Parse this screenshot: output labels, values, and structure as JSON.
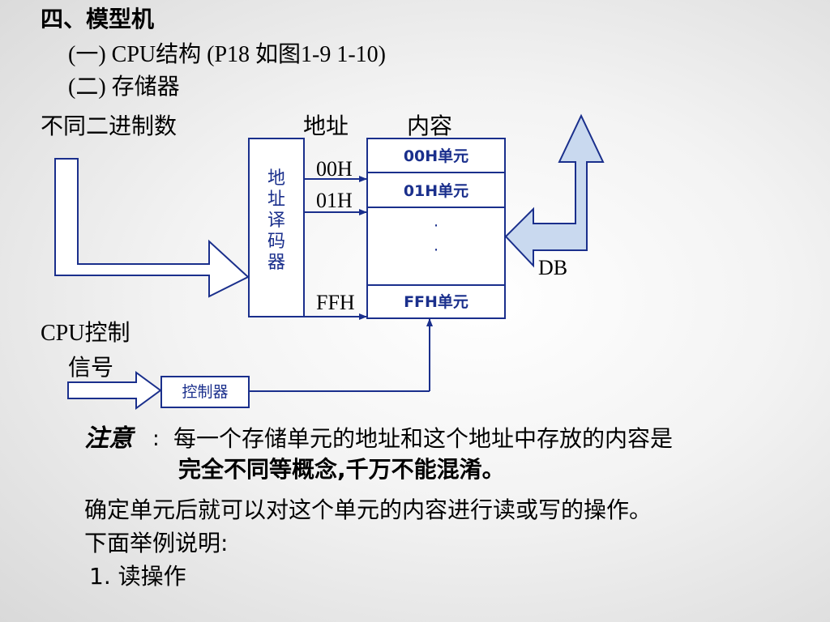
{
  "heading": "四、模型机",
  "sub1": "(一) CPU结构  (P18  如图1-9  1-10)",
  "sub2": "(二) 存储器",
  "left_label": "不同二进制数",
  "col_address": "地址",
  "col_content": "内容",
  "decoder": [
    "地",
    "址",
    "译",
    "码",
    "器"
  ],
  "addr_lines": [
    "00H",
    "01H",
    "FFH"
  ],
  "cells": [
    "00H单元",
    "01H单元",
    "·",
    "·",
    "FFH单元"
  ],
  "db_label": "DB",
  "cpu_signal_1": "CPU控制",
  "cpu_signal_2": "信号",
  "controller": "控制器",
  "note_label": "注意",
  "note_colon": ":",
  "note_line1": "每一个存储单元的地址和这个地址中存放的内容是",
  "note_line2": "完全不同等概念,千万不能混淆。",
  "para1": "确定单元后就可以对这个单元的内容进行读或写的操作。",
  "para2": "下面举例说明:",
  "item1": "1.  读操作",
  "colors": {
    "diagram_blue": "#1a2f8c",
    "arrow_fill": "#c9d9ef"
  }
}
